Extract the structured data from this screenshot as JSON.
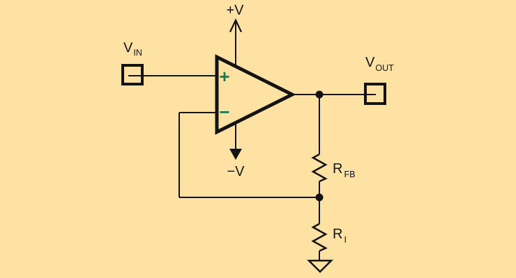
{
  "colors": {
    "background": "#FEE2A3",
    "line": "#131313",
    "opamp_sign": "#1B7B55"
  },
  "labels": {
    "supply_positive": "+V",
    "supply_negative": "−V",
    "input": {
      "main": "V",
      "sub": "IN"
    },
    "output": {
      "main": "V",
      "sub": "OUT"
    },
    "feedback_resistor": {
      "main": "R",
      "sub": "FB"
    },
    "input_resistor": {
      "main": "R",
      "sub": "I"
    },
    "opamp_noninverting": "+",
    "opamp_inverting": "−"
  }
}
